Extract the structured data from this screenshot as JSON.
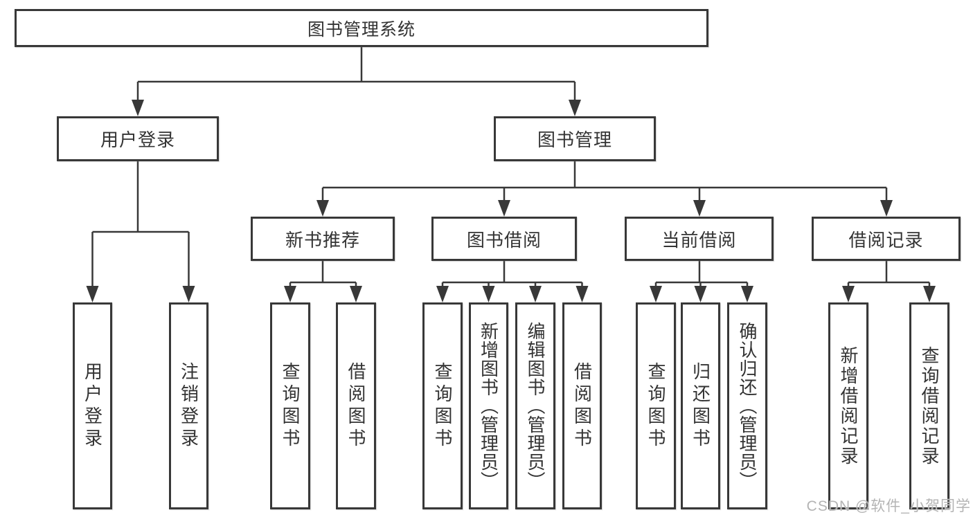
{
  "tree": {
    "root": {
      "label": "图书管理系统",
      "children": [
        {
          "label": "用户登录",
          "children": [
            {
              "label": "用户登录"
            },
            {
              "label": "注销登录"
            }
          ]
        },
        {
          "label": "图书管理",
          "children": [
            {
              "label": "新书推荐",
              "children": [
                {
                  "label": "查询图书"
                },
                {
                  "label": "借阅图书"
                }
              ]
            },
            {
              "label": "图书借阅",
              "children": [
                {
                  "label": "查询图书"
                },
                {
                  "label": "新增图书（管理员）"
                },
                {
                  "label": "编辑图书（管理员）"
                },
                {
                  "label": "借阅图书"
                }
              ]
            },
            {
              "label": "当前借阅",
              "children": [
                {
                  "label": "查询图书"
                },
                {
                  "label": "归还图书"
                },
                {
                  "label": "确认归还（管理员）"
                }
              ]
            },
            {
              "label": "借阅记录",
              "children": [
                {
                  "label": "新增借阅记录"
                },
                {
                  "label": "查询借阅记录"
                }
              ]
            }
          ]
        }
      ]
    }
  },
  "watermark": {
    "text": "CSDN @软件_小贺同学"
  },
  "colors": {
    "line": "#383838",
    "text": "#333333",
    "background": "#ffffff",
    "watermark": "#b4b4b4"
  }
}
